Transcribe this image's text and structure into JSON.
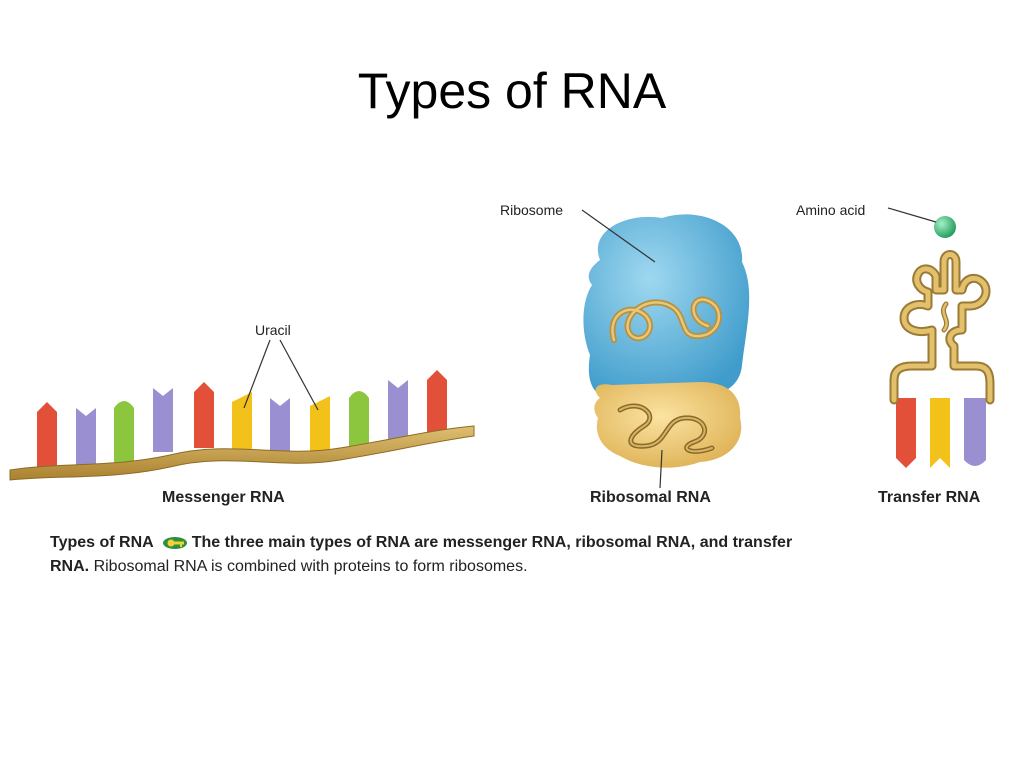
{
  "slide": {
    "title": "Types of RNA"
  },
  "labels": {
    "uracil": "Uracil",
    "ribosome": "Ribosome",
    "amino_acid": "Amino acid"
  },
  "types": {
    "messenger": "Messenger RNA",
    "ribosomal": "Ribosomal RNA",
    "transfer": "Transfer RNA"
  },
  "caption": {
    "heading": "Types of RNA",
    "bold_text": "The three main types of RNA are messenger RNA, ribosomal RNA, and transfer RNA.",
    "text": "Ribosomal RNA is combined with proteins to form ribosomes."
  },
  "icons": {
    "caption_key": "key-icon"
  },
  "colors": {
    "backbone": "#c9a24e",
    "red_base": "#e2503a",
    "purple_base": "#9a8fd0",
    "green_base": "#8cc63f",
    "yellow_base": "#f2c21b",
    "ribosome_blue": "#62b7dd",
    "ribosome_tan": "#f0cd7a",
    "amino_green": "#3fbf7a"
  }
}
